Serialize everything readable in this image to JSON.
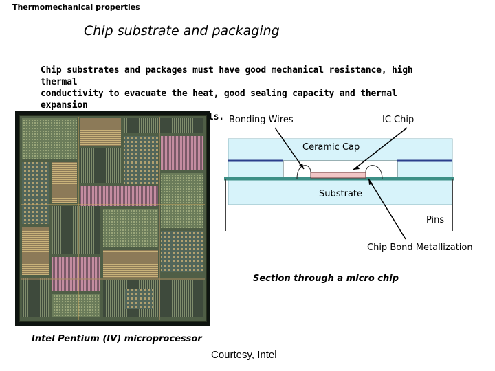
{
  "header": {
    "section": "Thermomechanical properties"
  },
  "title": "Chip substrate and packaging",
  "intro": {
    "lines": [
      "Chip substrates and packages must have good mechanical resistance, high thermal",
      "conductivity to evacuate the heat, good sealing capacity and thermal expansion",
      "compatible with the chip materials."
    ]
  },
  "photo": {
    "caption": "Intel Pentium (IV) microprocessor"
  },
  "diagram": {
    "labels": {
      "bonding_wires": "Bonding Wires",
      "ic_chip": "IC Chip",
      "ceramic_cap": "Ceramic Cap",
      "substrate": "Substrate",
      "pins": "Pins",
      "chip_bond": "Chip Bond Metallization"
    },
    "caption": "Section through a micro chip",
    "colors": {
      "package_fill": "#d7f3fa",
      "metal_line": "#2c3f8c",
      "substrate_edge": "#3d8f86",
      "chip_fill": "#f2c6c6"
    }
  },
  "footer": {
    "courtesy": "Courtesy, Intel"
  }
}
